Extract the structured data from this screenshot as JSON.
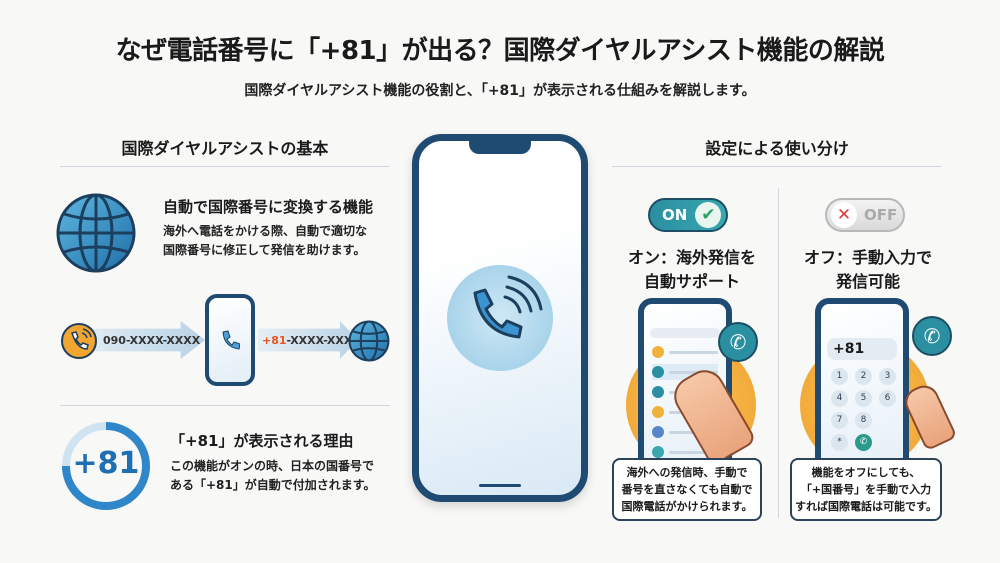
{
  "header": {
    "title": "なぜ電話番号に「+81」が出る？国際ダイヤルアシスト機能の解説",
    "subtitle": "国際ダイヤルアシスト機能の役割と、「+81」が表示される仕組みを解説します。"
  },
  "left": {
    "section_title": "国際ダイヤルアシストの基本",
    "feature": {
      "heading": "自動で国際番号に変換する機能",
      "desc_lines": [
        "海外へ電話をかける際、自動で適切な",
        "国際番号に修正して発信を助けます。"
      ]
    },
    "flow": {
      "input_number": "090-XXXX-XXXX",
      "output_prefix": "+81",
      "output_rest": "-XXXX-XXXX"
    },
    "reason": {
      "badge": "+81",
      "heading": "「+81」が表示される理由",
      "desc_lines": [
        "この機能がオンの時、日本の国番号で",
        "ある「+81」が自動で付加されます。"
      ]
    }
  },
  "right": {
    "section_title": "設定による使い分け",
    "on": {
      "toggle_label": "ON",
      "title_lines": [
        "オン：海外発信を",
        "自動サポート"
      ],
      "caption_lines": [
        "海外への発信時、手動で",
        "番号を直さなくても自動で",
        "国際電話がかけられます。"
      ]
    },
    "off": {
      "toggle_label": "OFF",
      "title_lines": [
        "オフ：手動入力で",
        "発信可能"
      ],
      "dial_display": "+81",
      "keys": [
        "1",
        "2",
        "3",
        "4",
        "5",
        "6",
        "7",
        "8",
        "*"
      ],
      "caption_lines": [
        "機能をオフにしても、",
        "「+国番号」を手動で入力",
        "すれば国際電話は可能です。"
      ]
    }
  },
  "colors": {
    "navy": "#1f4a72",
    "blue": "#2f86c8",
    "teal": "#2a8fa0",
    "orange": "#f2a531",
    "accent_red": "#e8541d"
  }
}
